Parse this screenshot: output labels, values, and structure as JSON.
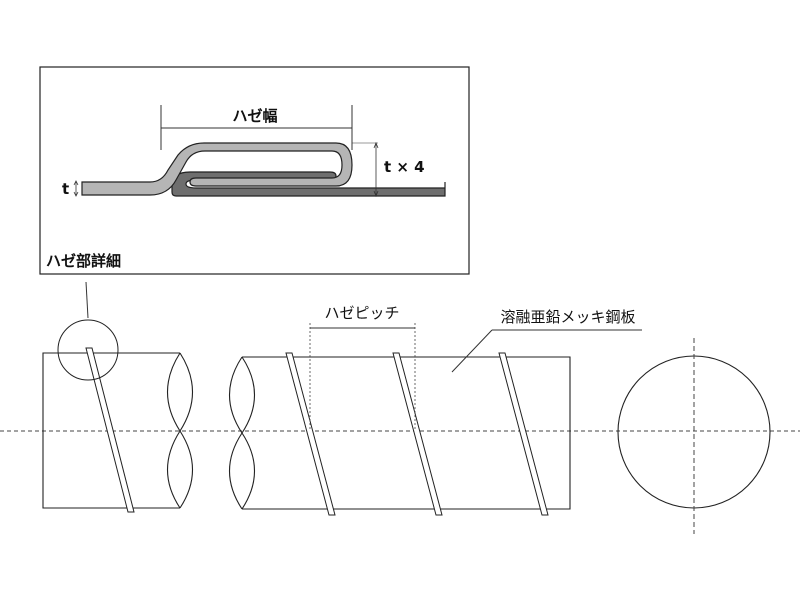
{
  "detail": {
    "title": "ハゼ部詳細",
    "seam_width_label": "ハゼ幅",
    "thickness_label": "t",
    "height_label": "t × 4"
  },
  "main": {
    "seam_pitch_label": "ハゼピッチ",
    "material_label": "溶融亜鉛メッキ鋼板"
  },
  "colors": {
    "line": "#111111",
    "sheet_light": "#b5b5b5",
    "sheet_dark": "#6e6e6e"
  }
}
